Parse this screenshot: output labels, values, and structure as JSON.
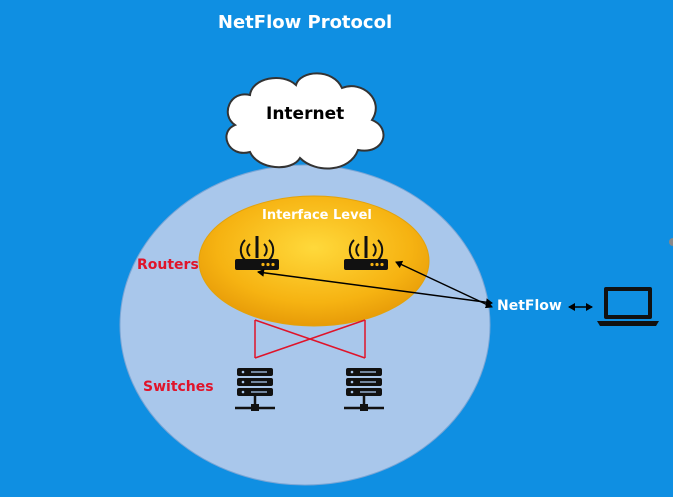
{
  "diagram": {
    "title": "NetFlow Protocol",
    "cloud_label": "Internet",
    "interface_label": "Interface Level",
    "routers_label": "Routers",
    "switches_label": "Switches",
    "netflow_label": "NetFlow"
  },
  "colors": {
    "background": "#0f8fe2",
    "outer_ellipse": "#a9c7eb",
    "inner_ellipse": "#f6b312",
    "red_label": "#e0142a",
    "red_link": "#e0142a"
  },
  "icons": [
    "router-icon",
    "server-icon",
    "laptop-icon",
    "cloud-icon"
  ]
}
